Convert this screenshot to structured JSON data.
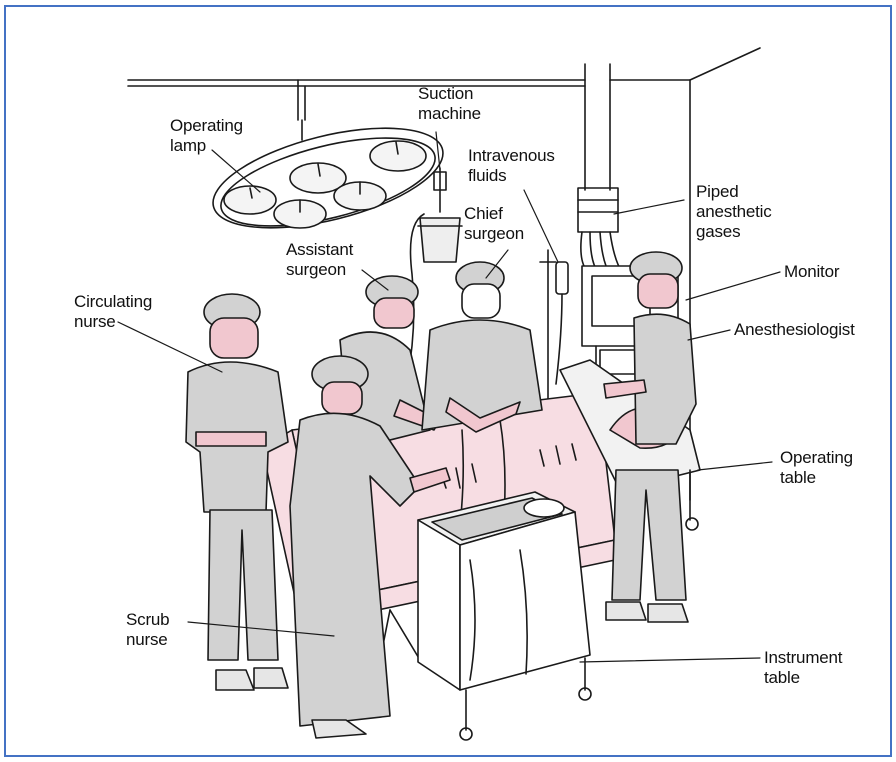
{
  "colors": {
    "frame": "#4472c4",
    "gown": "#d2d2d2",
    "skin": "#f1c7cf",
    "drape": "#f7dde3",
    "line": "#1a1a1a"
  },
  "labels": {
    "operating_lamp": [
      "Operating",
      "lamp"
    ],
    "suction_machine": [
      "Suction",
      "machine"
    ],
    "intravenous_fluids": [
      "Intravenous",
      "fluids"
    ],
    "chief_surgeon": [
      "Chief",
      "surgeon"
    ],
    "piped_anesthetic_gases": [
      "Piped",
      "anesthetic",
      "gases"
    ],
    "assistant_surgeon": [
      "Assistant",
      "surgeon"
    ],
    "monitor": [
      "Monitor"
    ],
    "circulating_nurse": [
      "Circulating",
      "nurse"
    ],
    "anesthesiologist": [
      "Anesthesiologist"
    ],
    "operating_table": [
      "Operating",
      "table"
    ],
    "scrub_nurse": [
      "Scrub",
      "nurse"
    ],
    "instrument_table": [
      "Instrument",
      "table"
    ]
  }
}
